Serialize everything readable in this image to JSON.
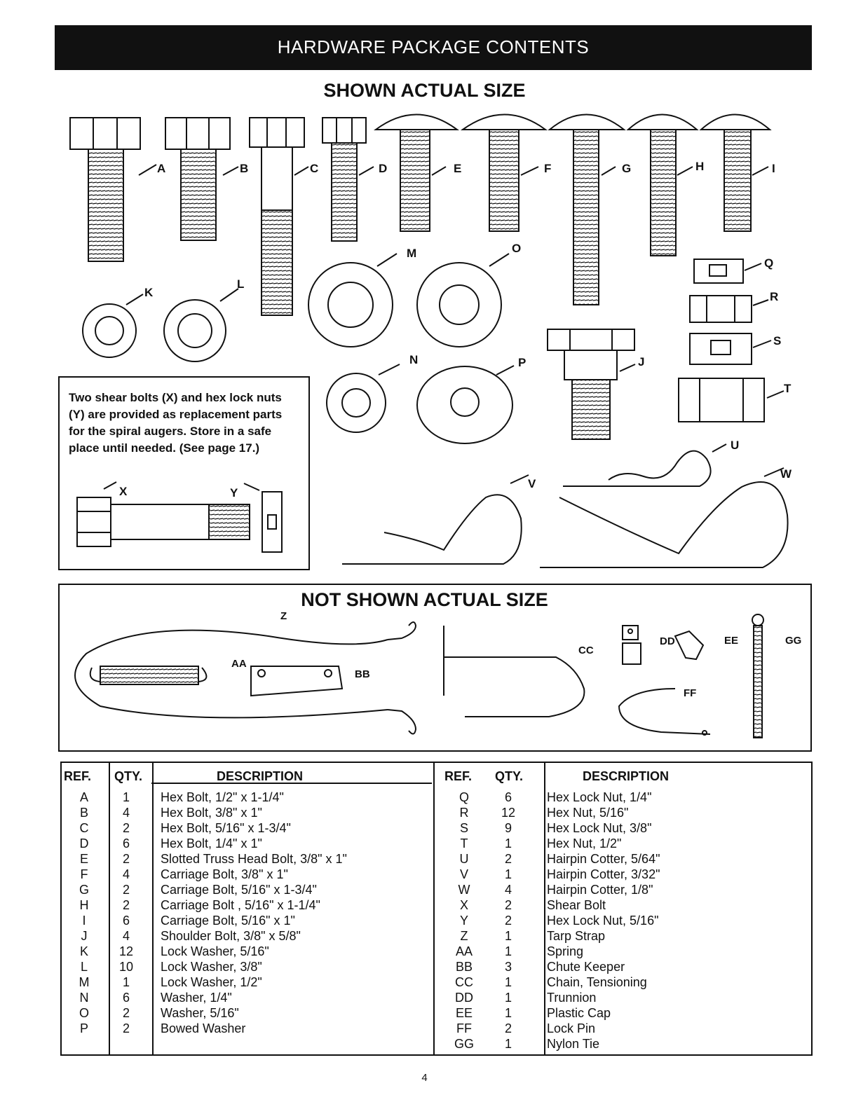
{
  "banner_title": "HARDWARE PACKAGE CONTENTS",
  "section_actual": "SHOWN ACTUAL SIZE",
  "section_not_actual": "NOT SHOWN ACTUAL SIZE",
  "note_text": "Two shear bolts (X) and hex lock nuts (Y) are provided as replacement parts for the spiral augers. Store in a safe place until needed. (See page 17.)",
  "labels_top": [
    "A",
    "B",
    "C",
    "D",
    "E",
    "F",
    "G",
    "H",
    "I",
    "J",
    "K",
    "L",
    "M",
    "N",
    "O",
    "P",
    "Q",
    "R",
    "S",
    "T",
    "U",
    "V",
    "W",
    "X",
    "Y"
  ],
  "labels_bottom": [
    "Z",
    "AA",
    "BB",
    "CC",
    "DD",
    "EE",
    "FF",
    "GG"
  ],
  "table": {
    "headers": {
      "ref": "REF.",
      "qty": "QTY.",
      "desc": "DESCRIPTION"
    },
    "left_rows": [
      {
        "ref": "A",
        "qty": "1",
        "desc": "Hex Bolt, 1/2\" x 1-1/4\""
      },
      {
        "ref": "B",
        "qty": "4",
        "desc": "Hex Bolt, 3/8\" x 1\""
      },
      {
        "ref": "C",
        "qty": "2",
        "desc": "Hex Bolt, 5/16\" x 1-3/4\""
      },
      {
        "ref": "D",
        "qty": "6",
        "desc": "Hex Bolt, 1/4\" x 1\""
      },
      {
        "ref": "E",
        "qty": "2",
        "desc": "Slotted Truss Head Bolt, 3/8\" x 1\""
      },
      {
        "ref": "F",
        "qty": "4",
        "desc": "Carriage Bolt, 3/8\" x 1\""
      },
      {
        "ref": "G",
        "qty": "2",
        "desc": "Carriage Bolt, 5/16\" x 1-3/4\""
      },
      {
        "ref": "H",
        "qty": "2",
        "desc": "Carriage Bolt , 5/16\" x 1-1/4\""
      },
      {
        "ref": "I",
        "qty": "6",
        "desc": "Carriage Bolt, 5/16\" x 1\""
      },
      {
        "ref": "J",
        "qty": "4",
        "desc": "Shoulder Bolt, 3/8\" x 5/8\""
      },
      {
        "ref": "K",
        "qty": "12",
        "desc": "Lock Washer, 5/16\""
      },
      {
        "ref": "L",
        "qty": "10",
        "desc": "Lock Washer, 3/8\""
      },
      {
        "ref": "M",
        "qty": "1",
        "desc": "Lock Washer, 1/2\""
      },
      {
        "ref": "N",
        "qty": "6",
        "desc": "Washer, 1/4\""
      },
      {
        "ref": "O",
        "qty": "2",
        "desc": "Washer, 5/16\""
      },
      {
        "ref": "P",
        "qty": "2",
        "desc": "Bowed Washer"
      }
    ],
    "right_rows": [
      {
        "ref": "Q",
        "qty": "6",
        "desc": "Hex Lock Nut, 1/4\""
      },
      {
        "ref": "R",
        "qty": "12",
        "desc": "Hex Nut, 5/16\""
      },
      {
        "ref": "S",
        "qty": "9",
        "desc": "Hex Lock Nut, 3/8\""
      },
      {
        "ref": "T",
        "qty": "1",
        "desc": "Hex Nut, 1/2\""
      },
      {
        "ref": "U",
        "qty": "2",
        "desc": "Hairpin Cotter, 5/64\""
      },
      {
        "ref": "V",
        "qty": "1",
        "desc": "Hairpin Cotter, 3/32\""
      },
      {
        "ref": "W",
        "qty": "4",
        "desc": "Hairpin Cotter, 1/8\""
      },
      {
        "ref": "X",
        "qty": "2",
        "desc": "Shear Bolt"
      },
      {
        "ref": "Y",
        "qty": "2",
        "desc": "Hex Lock Nut, 5/16\""
      },
      {
        "ref": "Z",
        "qty": "1",
        "desc": "Tarp Strap"
      },
      {
        "ref": "AA",
        "qty": "1",
        "desc": "Spring"
      },
      {
        "ref": "BB",
        "qty": "3",
        "desc": "Chute Keeper"
      },
      {
        "ref": "CC",
        "qty": "1",
        "desc": "Chain, Tensioning"
      },
      {
        "ref": "DD",
        "qty": "1",
        "desc": "Trunnion"
      },
      {
        "ref": "EE",
        "qty": "1",
        "desc": "Plastic Cap"
      },
      {
        "ref": "FF",
        "qty": "2",
        "desc": "Lock Pin"
      },
      {
        "ref": "GG",
        "qty": "1",
        "desc": "Nylon Tie"
      }
    ]
  },
  "page_number": "4"
}
